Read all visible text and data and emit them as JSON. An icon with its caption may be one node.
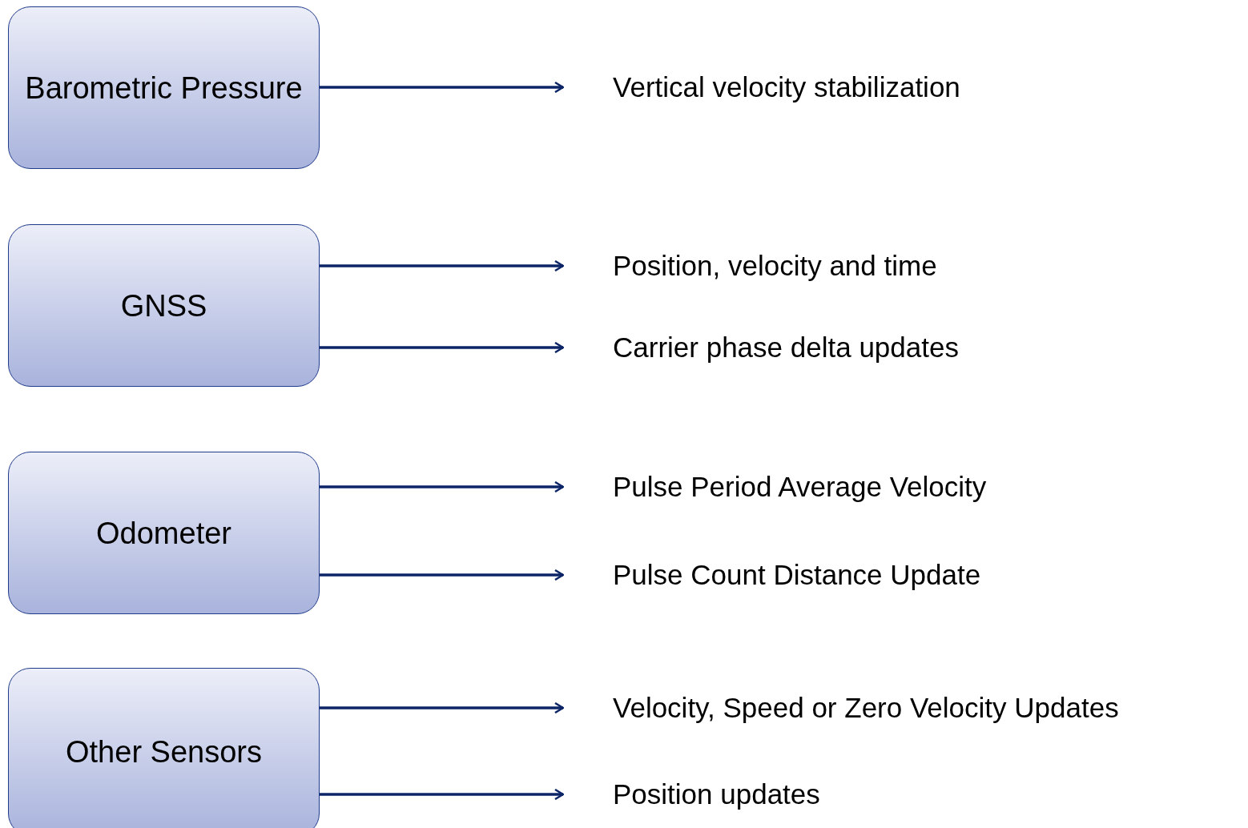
{
  "diagram": {
    "nodes": [
      {
        "text": [
          "Barometric Pressure"
        ]
      },
      {
        "text": [
          "Vertical velocity stabilization"
        ]
      },
      {
        "text": [
          "GNSS"
        ]
      },
      {
        "text": [
          "Position, velocity and time"
        ]
      },
      {
        "text": [
          "Carrier phase delta updates"
        ]
      },
      {
        "text": [
          "Odometer"
        ]
      },
      {
        "text": [
          "Pulse Period Average Velocity"
        ]
      },
      {
        "text": [
          "Pulse Count Distance Update"
        ]
      },
      {
        "text": [
          "Other Sensors"
        ]
      },
      {
        "text": [
          "Velocity, Speed or Zero Velocity Updates"
        ]
      },
      {
        "text": [
          "Position updates"
        ]
      }
    ],
    "edges": [
      {
        "from": 0,
        "to": 1,
        "arrow": "to"
      },
      {
        "from": 2,
        "to": 3,
        "arrow": "to"
      },
      {
        "from": 2,
        "to": 4,
        "arrow": "to"
      },
      {
        "from": 5,
        "to": 6,
        "arrow": "to"
      },
      {
        "from": 5,
        "to": 7,
        "arrow": "to"
      },
      {
        "from": 8,
        "to": 9,
        "arrow": "to"
      },
      {
        "from": 8,
        "to": 10,
        "arrow": "to"
      }
    ]
  }
}
